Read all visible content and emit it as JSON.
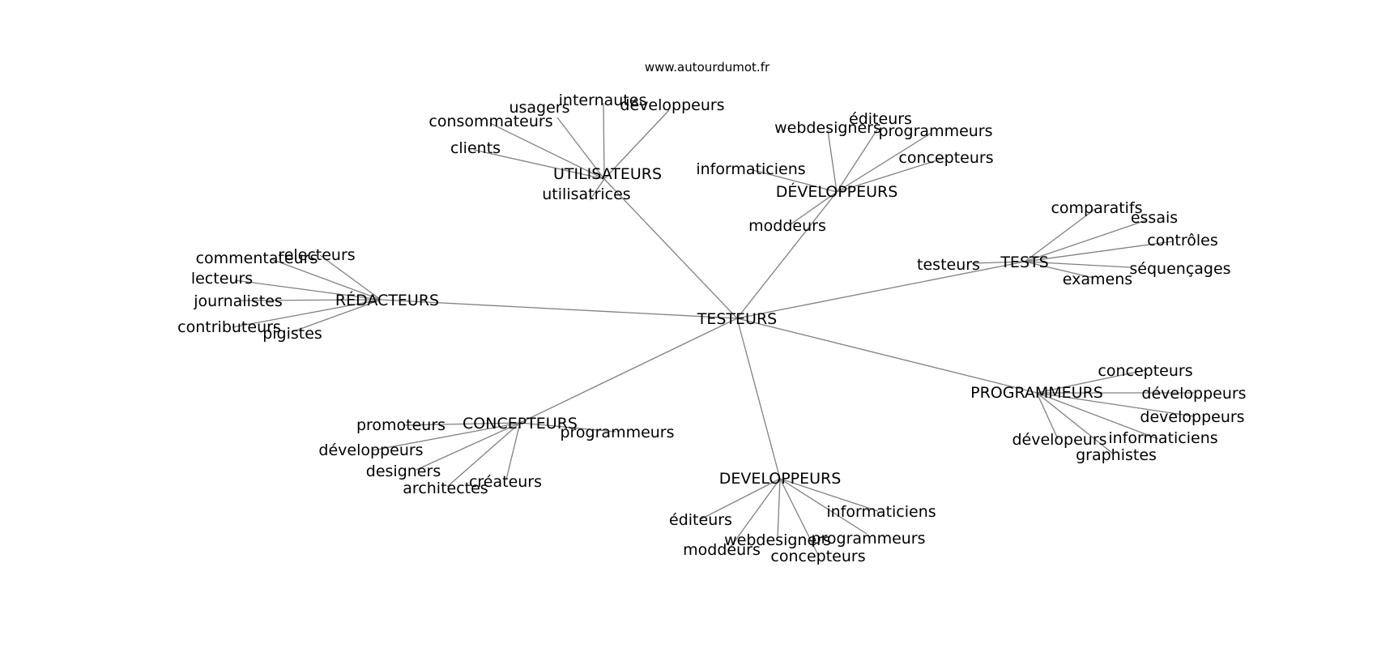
{
  "source": "www.autourdumot.fr",
  "root": "TESTEURS",
  "groups": [
    {
      "hub": "UTILISATEURS",
      "leaves": [
        "usagers",
        "internautes",
        "développeurs",
        "consommateurs",
        "clients",
        "utilisatrices"
      ]
    },
    {
      "hub": "DÉVELOPPEURS",
      "leaves": [
        "webdesigners",
        "éditeurs",
        "programmeurs",
        "informaticiens",
        "concepteurs",
        "moddeurs"
      ]
    },
    {
      "hub": "TESTS",
      "leaves": [
        "comparatifs",
        "essais",
        "contrôles",
        "testeurs",
        "séquençages",
        "examens"
      ]
    },
    {
      "hub": "RÉDACTEURS",
      "leaves": [
        "commentateurs",
        "relecteurs",
        "lecteurs",
        "journalistes",
        "contributeurs",
        "pigistes"
      ]
    },
    {
      "hub": "PROGRAMMEURS",
      "leaves": [
        "concepteurs",
        "développeurs",
        "developpeurs",
        "dévelopeurs",
        "informaticiens",
        "graphistes"
      ]
    },
    {
      "hub": "CONCEPTEURS",
      "leaves": [
        "promoteurs",
        "programmeurs",
        "développeurs",
        "designers",
        "créateurs",
        "architectes"
      ]
    },
    {
      "hub": "DEVELOPPEURS",
      "leaves": [
        "éditeurs",
        "informaticiens",
        "webdesigners",
        "programmeurs",
        "moddeurs",
        "concepteurs"
      ]
    }
  ]
}
